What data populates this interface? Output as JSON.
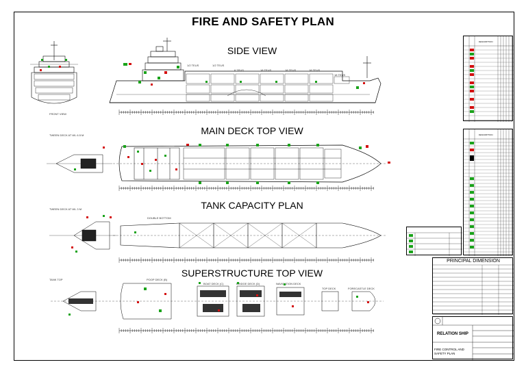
{
  "title": "FIRE AND SAFETY PLAN",
  "sections": {
    "side_view": "SIDE VIEW",
    "main_deck": "MAIN DECK TOP VIEW",
    "tank_capacity": "TANK CAPACITY PLAN",
    "superstructure": "SUPERSTRUCTURE TOP VIEW"
  },
  "labels": {
    "front_view": "FRONT VIEW",
    "tweendeck_a": "TWEEN DECK AT WL 6.5 M",
    "tweendeck_b": "TWEEN DECK AT WL 3 M",
    "double_bottom": "DOUBLE BOTTOM",
    "tank_top": "TANK TOP",
    "poop_deck": "POOP DECK (B)",
    "boat_deck": "BOAT DECK (C)",
    "bridge_deck": "BRIDGE DECK (D)",
    "navigation_deck": "NAVIGATION DECK",
    "top_deck": "TOP DECK",
    "forecastle_deck": "FORECASTLE DECK",
    "teu_tags": [
      "1/2 TEUS",
      "1/2 TEUS",
      "6 TEUS",
      "18 TEUS",
      "18 TEUS",
      "18 TEUS",
      "18 TEUS"
    ]
  },
  "legend": {
    "header": "DESCRIPTION"
  },
  "principal_dimension": {
    "title": "PRINCIPAL DIMENSION"
  },
  "title_block": {
    "project": "RELATION SHIP",
    "drawing": "FIRE CONTROL AND SAFETY PLAN"
  },
  "colors": {
    "green": "#1aa31a",
    "red": "#d41010",
    "line": "#000000"
  }
}
